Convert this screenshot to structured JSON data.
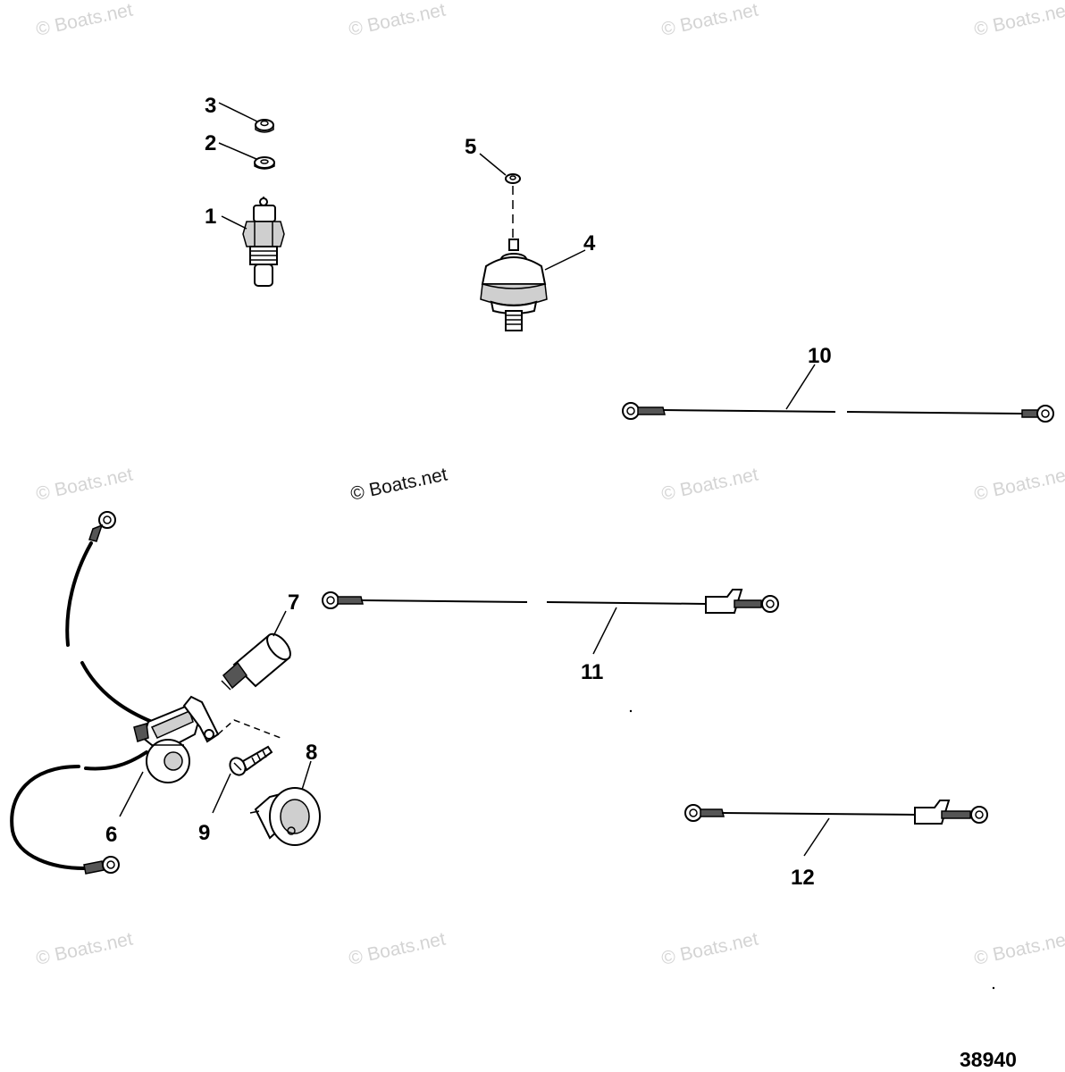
{
  "watermark": {
    "text": "© Boats.net"
  },
  "figure_number": "38940",
  "callouts": {
    "c1": "1",
    "c2": "2",
    "c3": "3",
    "c4": "4",
    "c5": "5",
    "c6": "6",
    "c7": "7",
    "c8": "8",
    "c9": "9",
    "c10": "10",
    "c11": "11",
    "c12": "12"
  }
}
